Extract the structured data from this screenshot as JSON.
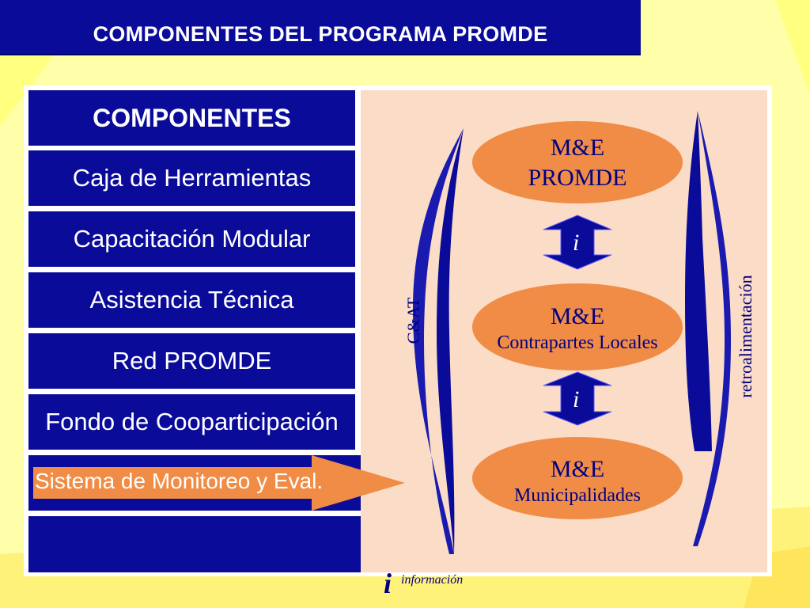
{
  "title": "COMPONENTES DEL PROGRAMA PROMDE",
  "components": {
    "header": "COMPONENTES",
    "items": [
      "Caja de Herramientas",
      "Capacitación Modular",
      "Asistencia Técnica",
      "Red PROMDE",
      "Fondo de Coopartici­pación",
      "Sistema de Monitoreo y Eval.",
      ""
    ]
  },
  "diagram": {
    "ovals": [
      {
        "title": "M&E",
        "subtitle": "PROMDE"
      },
      {
        "title": "M&E",
        "subtitle": "Contrapartes Locales"
      },
      {
        "title": "M&E",
        "subtitle": "Municipalidades"
      }
    ],
    "info_symbol": "i",
    "left_label": "C&AT",
    "right_label": "retroalimentación"
  },
  "legend": {
    "symbol": "i",
    "text": "información"
  },
  "colors": {
    "background": "#ffffaa",
    "navy": "#0b0b9a",
    "panel": "#fbdcc6",
    "oval": "#f08c46",
    "highlight": "#f08c46",
    "text_dark": "#000080"
  }
}
